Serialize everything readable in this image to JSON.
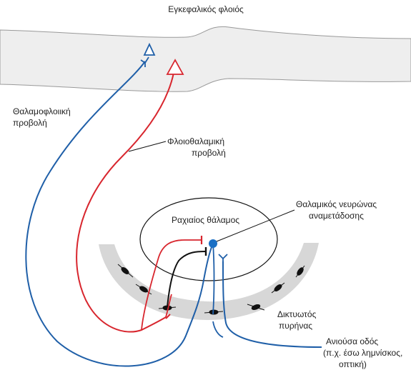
{
  "labels": {
    "cortex": "Εγκεφαλικός φλοιός",
    "thalamocortical_1": "Θαλαμοφλοιική",
    "thalamocortical_2": "προβολή",
    "corticothalamic_1": "Φλοιοθαλαμική",
    "corticothalamic_2": "προβολή",
    "relay_neuron_1": "Θαλαμικός νευρώνας",
    "relay_neuron_2": "αναμετάδοσης",
    "dorsal_thalamus": "Ραχιαίος θάλαμος",
    "reticular_1": "Δικτυωτός",
    "reticular_2": "πυρήνας",
    "ascending_1": "Ανιούσα οδός",
    "ascending_2": "(π.χ. έσω λημνίσκος,",
    "ascending_3": "οπτική)"
  },
  "colors": {
    "blue_pathway": "#1f5fa8",
    "red_pathway": "#d8262e",
    "black_pathway": "#111111",
    "cortex_fill": "#eeeeee",
    "reticular_fill": "#d7d7d7",
    "relay_dot": "#1a6fc4"
  }
}
